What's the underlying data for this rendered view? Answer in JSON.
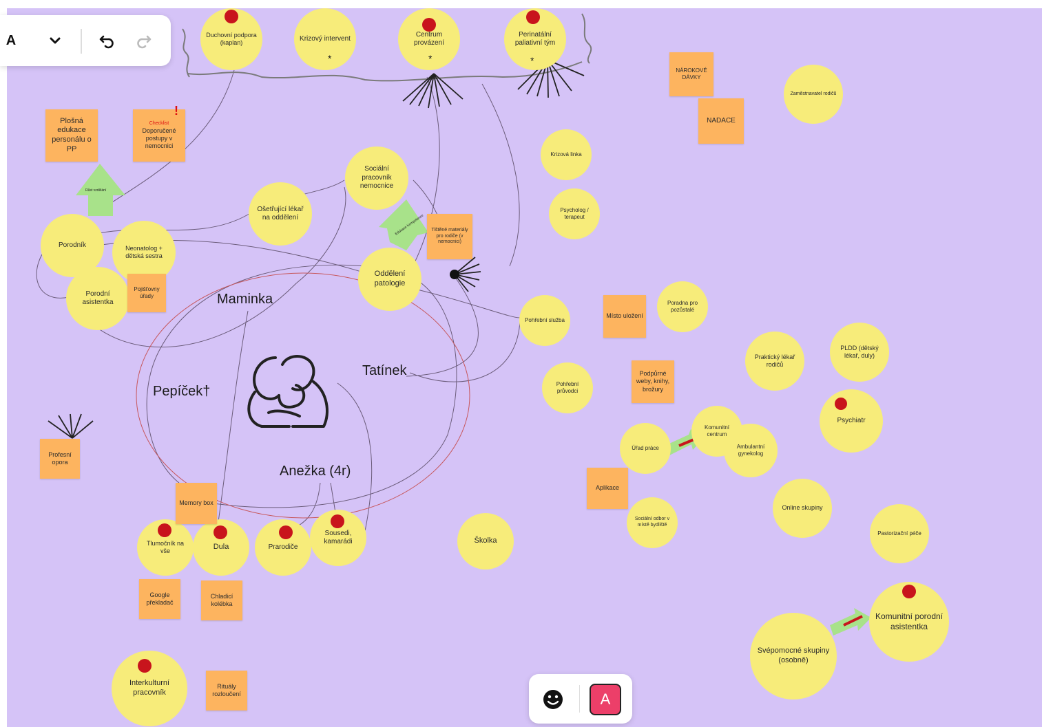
{
  "toolbar": {
    "font_label": "A",
    "dropdown_icon": "chevron-down-icon",
    "undo_icon": "undo-icon",
    "redo_icon": "redo-icon"
  },
  "bottom": {
    "emoji_icon": "smiley-icon",
    "avatar_letter": "A"
  },
  "colors": {
    "board": "#d5c3f7",
    "circle": "#f7ec7a",
    "note": "#fdb45f",
    "dot": "#c8141c",
    "arrow": "#a8e28a"
  },
  "labels": {
    "maminka": "Maminka",
    "tatinek": "Tatínek",
    "pepicek": "Pepíček†",
    "anezka": "Anežka (4r)"
  },
  "circles": {
    "duchovni": "Duchovní podpora (kaplan)",
    "krizovy_intervent": "Krizový intervent",
    "centrum": "Centrum provázení",
    "perinatalni": "Perinatální paliativní tým",
    "socialni": "Sociální pracovník nemocnice",
    "osetrujici": "Ošetřující lékař na oddělení",
    "porodnik": "Porodník",
    "neonatolog": "Neonatolog + dětská sestra",
    "porodni_asistentka": "Porodní asistentka",
    "oddeleni": "Oddělení patologie",
    "krizova_linka": "Krizová linka",
    "psycholog": "Psycholog / terapeut",
    "pohrebni_sluzba": "Pohřební služba",
    "pohrebni_pruvodci": "Pohřební průvodci",
    "poradna": "Poradna pro pozůstalé",
    "zamestnavatel": "Zaměstnavatel rodičů",
    "prakticky": "Praktický lékař rodičů",
    "pldd": "PLDD (dětský lékař, duly)",
    "psychiatr": "Psychiatr",
    "urad_prace": "Úřad práce",
    "komunitni_centrum": "Komunitní centrum",
    "ambulantni": "Ambulantní gynekolog",
    "socialni_odbor": "Sociální odbor v místě bydliště",
    "online": "Online skupiny",
    "postorizacni": "Pastorizační péče",
    "svepomocne": "Svépomocné skupiny (osobně)",
    "komunitni_asistentka": "Komunitní porodní asistentka",
    "tlumocnik": "Tlumočník na vše",
    "dula": "Dula",
    "prarodice": "Prarodiče",
    "sousedi": "Sousedi, kamarádi",
    "skolka": "Školka",
    "interkulturni": "Interkulturní pracovník"
  },
  "notes": {
    "plosna": "Plošná edukace personálu o PP",
    "checklist_title": "Checklist",
    "doporucene": "Doporučené postupy v nemocnici",
    "pojistovny": "Pojišťovny úřady",
    "tistene": "Tištěné materiály pro rodiče (v nemocnici)",
    "narokove": "NÁROKOVÉ DÁVKY",
    "nadace": "NADACE",
    "misto": "Místo uložení",
    "podpurne": "Podpůrné weby, knihy, brožury",
    "aplikace": "Aplikace",
    "profesni": "Profesní opora",
    "memory": "Memory box",
    "google": "Google překladač",
    "chladici": "Chladicí kolébka",
    "ritualy": "Rituály rozloučení"
  },
  "arrows": {
    "kvalita": "Růst vzdělání",
    "edukace": "Edukace Kompetence"
  }
}
